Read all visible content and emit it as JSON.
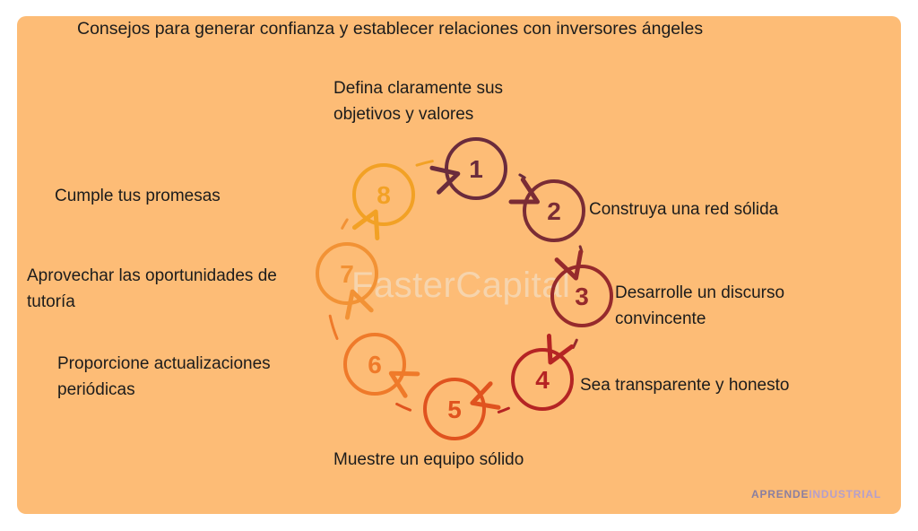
{
  "title": "Consejos para generar confianza y establecer relaciones con inversores ángeles",
  "steps": [
    {
      "number": "1",
      "label": "Defina claramente sus objetivos y valores",
      "color": "#6a2b3c"
    },
    {
      "number": "2",
      "label": "Construya una red sólida",
      "color": "#7a2c35"
    },
    {
      "number": "3",
      "label": "Desarrolle un discurso convincente",
      "color": "#962a2c"
    },
    {
      "number": "4",
      "label": "Sea transparente y honesto",
      "color": "#b52424"
    },
    {
      "number": "5",
      "label": "Muestre un equipo sólido",
      "color": "#e0531f"
    },
    {
      "number": "6",
      "label": "Proporcione actualizaciones periódicas",
      "color": "#ef7a2a"
    },
    {
      "number": "7",
      "label": "Aprovechar las oportunidades de tutoría",
      "color": "#f29235"
    },
    {
      "number": "8",
      "label": "Cumple tus promesas",
      "color": "#f2a125"
    }
  ],
  "watermark": "FasterCapital",
  "brand": {
    "part1": "APRENDE",
    "part2": "INDUSTRIAL",
    "color1": "#8a7fa0",
    "color2": "#b49fcc"
  }
}
